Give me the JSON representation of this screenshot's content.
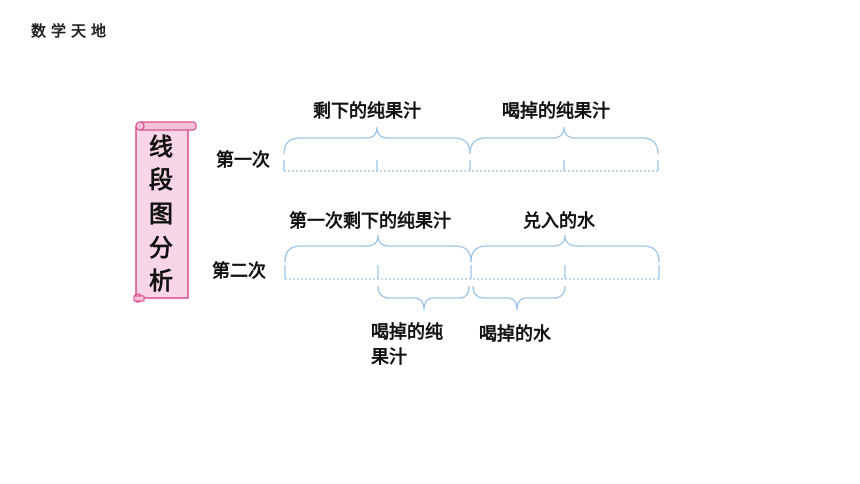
{
  "header": {
    "title": "数学天地"
  },
  "scroll": {
    "chars": [
      "线",
      "段",
      "图",
      "分",
      "析"
    ]
  },
  "colors": {
    "line": "#9cc3e6",
    "scroll_fill": "#f9d6e7",
    "scroll_border": "#d94b8e"
  },
  "row1": {
    "label": "第一次",
    "left_label": "剩下的纯果汁",
    "right_label": "喝掉的纯果汁"
  },
  "row2": {
    "label": "第二次",
    "left_label": "第一次剩下的纯果汁",
    "right_label": "兑入的水",
    "bottom_left_label_line1": "喝掉的纯",
    "bottom_left_label_line2": "果汁",
    "bottom_right_label": "喝掉的水"
  }
}
